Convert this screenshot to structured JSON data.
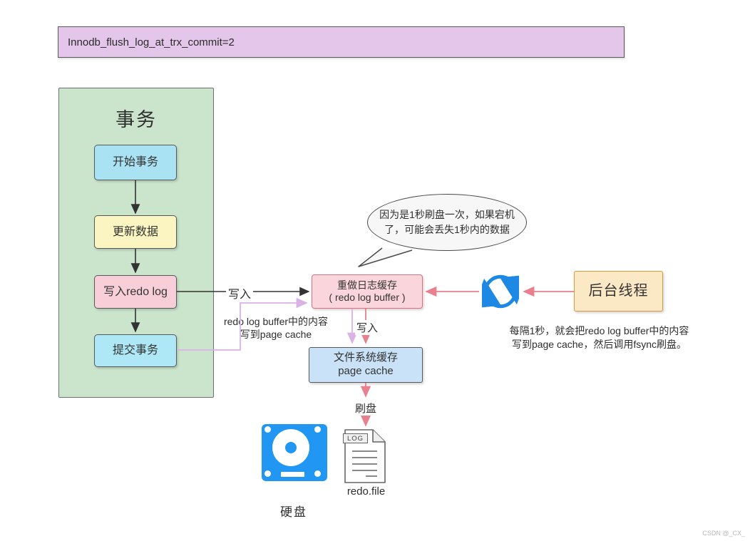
{
  "banner": {
    "text": "Innodb_flush_log_at_trx_commit=2"
  },
  "transaction": {
    "title": "事务",
    "steps": [
      {
        "label": "开始事务"
      },
      {
        "label": "更新数据"
      },
      {
        "label": "写入redo log"
      },
      {
        "label": "提交事务"
      }
    ]
  },
  "nodes": {
    "redo_buffer": {
      "line1": "重做日志缓存",
      "line2": "( redo log buffer )"
    },
    "page_cache": {
      "line1": "文件系统缓存",
      "line2": "page cache"
    },
    "background_thread": {
      "label": "后台线程"
    }
  },
  "labels": {
    "write_to_buffer": "写入",
    "write_to_cache": "写入",
    "flush": "刷盘",
    "commit_note_line1": "redo log buffer中的内容",
    "commit_note_line2": "写到page cache",
    "thread_note_line1": "每隔1秒，就会把redo log buffer中的内容",
    "thread_note_line2": "写到page cache，然后调用fsync刷盘。"
  },
  "bubble": {
    "line1": "因为是1秒刷盘一次，如果宕机",
    "line2": "了，可能会丢失1秒内的数据"
  },
  "storage": {
    "disk_label": "硬盘",
    "file_label": "redo.file",
    "file_badge": "LOG"
  },
  "watermark": "CSDN @_CX_",
  "colors": {
    "banner_fill": "#e3c6e9",
    "transaction_fill": "#cbe5cc",
    "step_blue": "#a9e3f3",
    "step_yellow": "#faf5c1",
    "step_pink": "#f8cfd8",
    "buffer_fill": "#fbd5dc",
    "buffer_border": "#db7080",
    "cache_fill": "#c9e2f7",
    "thread_fill": "#fbe8c5",
    "loop_blue": "#1e88e5",
    "arrow_black": "#333333",
    "arrow_red": "#e8808d",
    "arrow_purple": "#d9b3e6"
  }
}
